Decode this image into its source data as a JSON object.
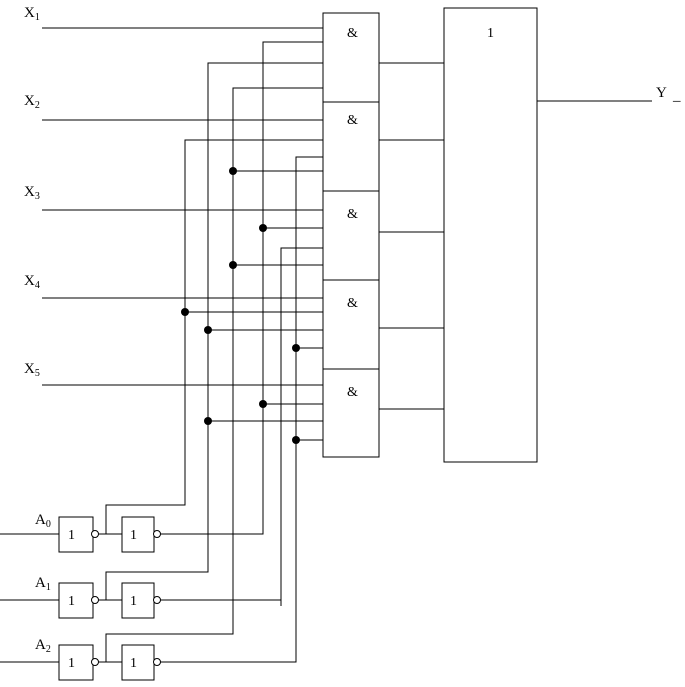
{
  "diagram": {
    "inputs": {
      "data": [
        {
          "letter": "X",
          "index": "1"
        },
        {
          "letter": "X",
          "index": "2"
        },
        {
          "letter": "X",
          "index": "3"
        },
        {
          "letter": "X",
          "index": "4"
        },
        {
          "letter": "X",
          "index": "5"
        }
      ],
      "address": [
        {
          "letter": "A",
          "index": "0"
        },
        {
          "letter": "A",
          "index": "1"
        },
        {
          "letter": "A",
          "index": "2"
        }
      ]
    },
    "output": {
      "label": "Y",
      "bar": "_"
    },
    "gates": {
      "and_symbol": "&",
      "or_symbol": "1",
      "not_symbol": "1"
    }
  }
}
